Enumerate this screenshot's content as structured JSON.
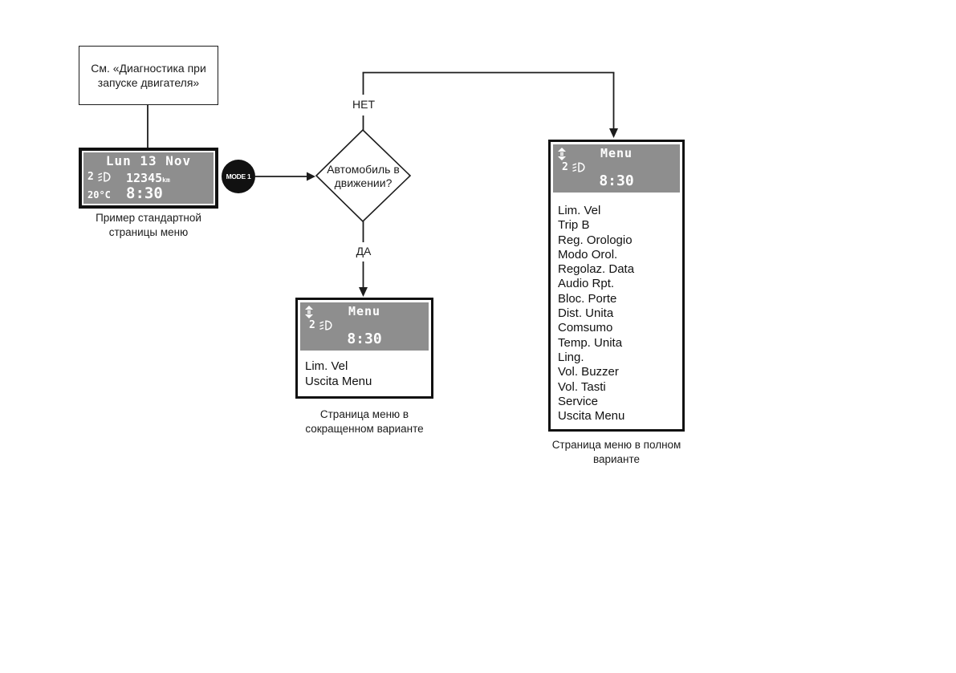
{
  "ref_note": {
    "text": "См. «Диагностика при запуске двигателя»"
  },
  "mode_button": {
    "label": "MODE 1"
  },
  "decision": {
    "question": "Автомобиль в движении?",
    "no_label": "НЕТ",
    "yes_label": "ДА"
  },
  "displays": {
    "standard": {
      "date_line": "Lun 13 Nov",
      "gear": "2",
      "odometer": "12345",
      "odometer_unit": "km",
      "temperature": "20°C",
      "time": "8:30"
    }
  },
  "short_menu": {
    "display": {
      "title": "Menu",
      "gear": "2",
      "time": "8:30"
    },
    "items": [
      "Lim. Vel",
      "Uscita Menu"
    ]
  },
  "full_menu": {
    "display": {
      "title": "Menu",
      "gear": "2",
      "time": "8:30"
    },
    "items": [
      "Lim. Vel",
      "Trip B",
      "Reg. Orologio",
      "Modo Orol.",
      "Regolaz. Data",
      "Audio Rpt.",
      "Bloc. Porte",
      "Dist. Unita",
      "Comsumo",
      "Temp. Unita",
      "Ling.",
      "Vol. Buzzer",
      "Vol. Tasti",
      "Service",
      "Uscita Menu"
    ]
  },
  "captions": {
    "standard": "Пример стандартной страницы меню",
    "short_menu": "Страница меню в сокращенном варианте",
    "full_menu": "Страница меню в полном варианте"
  },
  "colors": {
    "display_bg": "#8e8e8e",
    "display_text": "#ffffff",
    "line": "#1c1c1c"
  }
}
